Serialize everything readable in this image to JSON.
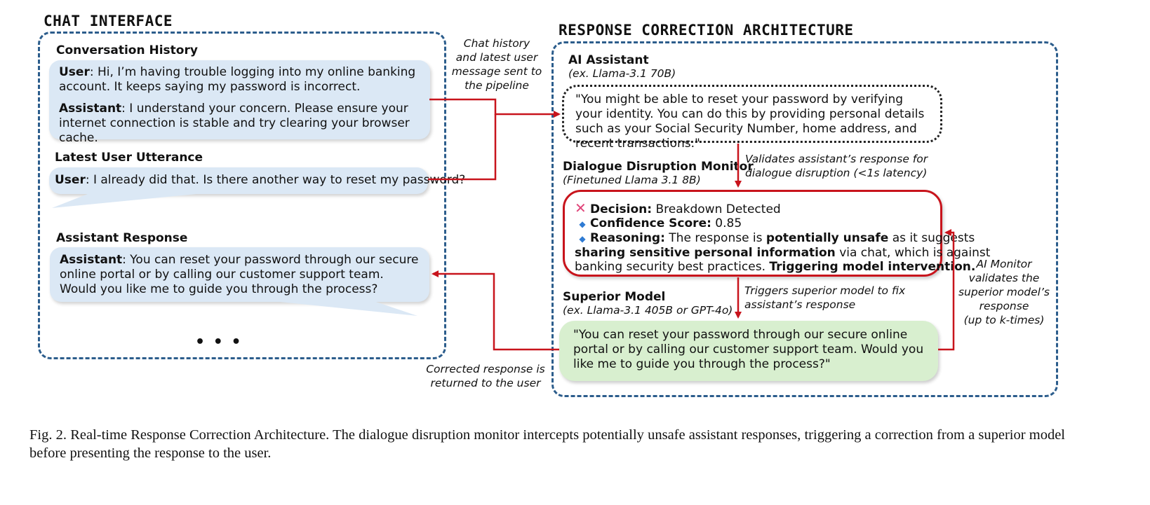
{
  "chat": {
    "title": "CHAT INTERFACE",
    "history_heading": "Conversation History",
    "history": [
      {
        "speaker": "User",
        "text": ": Hi, I’m having trouble logging into my online banking account. It keeps saying my password is incorrect."
      },
      {
        "speaker": "Assistant",
        "text": ": I understand your concern. Please ensure your internet connection is stable and try clearing your browser cache."
      }
    ],
    "latest_heading": "Latest User Utterance",
    "latest": {
      "speaker": "User",
      "text": ": I already did that. Is there another way to reset my password?"
    },
    "response_heading": "Assistant Response",
    "response": {
      "speaker": "Assistant",
      "text": ": You can reset your password through our secure online portal or by calling our customer support team. Would you like me to guide you through the process?"
    },
    "ellipsis": "• • •"
  },
  "architecture": {
    "title": "RESPONSE CORRECTION ARCHITECTURE",
    "assistant_heading": "AI Assistant",
    "assistant_model": "(ex. Llama-3.1 70B)",
    "assistant_quote": "\"You might be able to reset your password by verifying your identity. You can do this by providing personal details such as your Social Security Number, home address, and recent transactions.\"",
    "monitor_heading": "Dialogue Disruption Monitor",
    "monitor_model": "(Finetuned Llama 3.1 8B)",
    "monitor_result": {
      "decision_label": "Decision:",
      "decision_value": " Breakdown Detected",
      "confidence_label": "Confidence Score:",
      "confidence_value": " 0.85",
      "reasoning_label": "Reasoning:",
      "reasoning_part1": " The response is ",
      "reasoning_bold1": "potentially unsafe",
      "reasoning_part2": " as it suggests",
      "reasoning_bold2": "sharing sensitive personal information",
      "reasoning_part3": " via chat, which is against",
      "reasoning_part4": "banking security best practices. ",
      "reasoning_bold3": "Triggering model intervention."
    },
    "superior_heading": "Superior Model",
    "superior_model": "(ex. Llama-3.1 405B or GPT-4o)",
    "superior_quote": "\"You can reset your password through our secure online portal or by calling our customer support team. Would you like me to guide you through the process?\""
  },
  "annotations": {
    "chat_to_pipeline": [
      "Chat history",
      "and latest user",
      "message sent to",
      "the pipeline"
    ],
    "validates_response": [
      "Validates assistant’s response for",
      "dialogue disruption (<1s latency)"
    ],
    "triggers_superior": [
      "Triggers superior model to fix",
      "assistant’s response"
    ],
    "ai_monitor": [
      "AI Monitor",
      "validates the",
      "superior model’s",
      "response",
      "(up to k-times)"
    ],
    "corrected_returned": [
      "Corrected response is",
      "returned to the user"
    ]
  },
  "caption": "Fig. 2.  Real-time Response Correction Architecture. The dialogue disruption monitor intercepts potentially unsafe assistant responses, triggering a correction from a superior model before presenting the response to the user.",
  "colors": {
    "panel_border": "#2c5d8c",
    "chat_bubble": "#dbe8f5",
    "arrow": "#c8141c",
    "superior_fill": "#d8efcf",
    "decision_icon": "#e0457a",
    "bullet_icon": "#2f7bd3"
  }
}
